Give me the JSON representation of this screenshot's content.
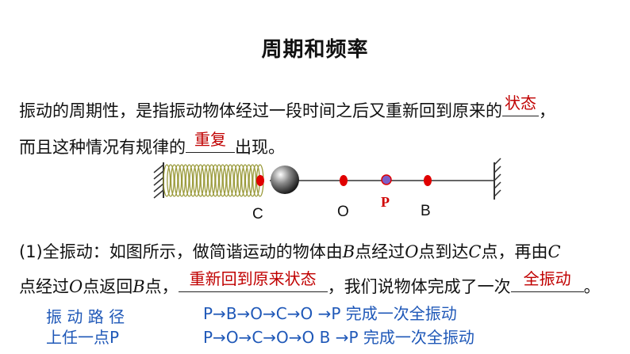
{
  "title": "周期和频率",
  "para1": {
    "line1_text": "振动的周期性，是指振动物体经过一段时间之后又重新回到原来的",
    "line1_answer": "状态",
    "line1_tail": "，",
    "line2_text": "而且这种情况有规律的",
    "line2_answer": "重复",
    "line2_tail": "出现。"
  },
  "diagram": {
    "label_c": "C",
    "label_o": "O",
    "label_p": "P",
    "label_b": "B",
    "colors": {
      "point": "#e00000",
      "p_marker": "#7b5fc8",
      "label_p": "#d00000"
    }
  },
  "para2": {
    "p1": "(1)全振动：如图所示，做简谐运动的物体由",
    "v_b": "B",
    "p2": "点经过",
    "v_o": "O",
    "p3": "点到达",
    "v_c": "C",
    "p4": "点，再由",
    "v_c2": "C",
    "l2p1": "点经过",
    "v_o2": "O",
    "l2p2": "点返回",
    "v_b2": "B",
    "l2p3": "点，",
    "answer1": "重新回到原来状态",
    "l2p4": "，我们说物体完成了一次",
    "answer2": "全振动",
    "l2p5": "。"
  },
  "note": {
    "left_line1": "振 动 路 径",
    "left_line2": "上任一点P",
    "right_line1": "P→B→O→C→O →P 完成一次全振动",
    "right_line2": "P→O→C→O→O B →P 完成一次全振动"
  }
}
